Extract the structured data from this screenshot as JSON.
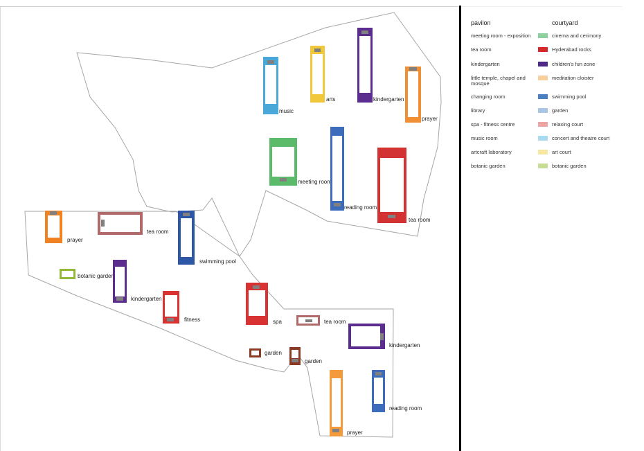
{
  "rooms": [
    {
      "label": "music",
      "color": "#4aa8d8"
    },
    {
      "label": "arts",
      "color": "#f1c83c"
    },
    {
      "label": "kindergarten",
      "color": "#5b2d8e"
    },
    {
      "label": "prayer",
      "color": "#f08f34"
    },
    {
      "label": "meeting room",
      "color": "#5cbb6a"
    },
    {
      "label": "reading room",
      "color": "#3e6cbd"
    },
    {
      "label": "tea room",
      "color": "#d23232"
    },
    {
      "label": "prayer",
      "color": "#f08224"
    },
    {
      "label": "tea room",
      "color": "#b06a6a"
    },
    {
      "label": "swimming pool",
      "color": "#2e56a6"
    },
    {
      "label": "botanic garden",
      "color": "#93b83a"
    },
    {
      "label": "kindergarten",
      "color": "#5b2d8e"
    },
    {
      "label": "fitness",
      "color": "#d83232"
    },
    {
      "label": "spa",
      "color": "#d83232"
    },
    {
      "label": "tea room",
      "color": "#b06a6a"
    },
    {
      "label": "kindergarten",
      "color": "#5b2d8e"
    },
    {
      "label": "garden",
      "color": "#8b3a24"
    },
    {
      "label": "garden",
      "color": "#8b3a24"
    },
    {
      "label": "prayer",
      "color": "#f39a3c"
    },
    {
      "label": "reading room",
      "color": "#3e6cbd"
    }
  ],
  "legend": {
    "pavilon_heading": "pavilon",
    "courtyard_heading": "courtyard",
    "pavilons": [
      "meeting room - exposition",
      "tea room",
      "kindergarten",
      "little temple, chapel and mosque",
      "changing room",
      "library",
      "spa - fitness centre",
      "music room",
      "artcraft laboratory",
      "botanic garden"
    ],
    "courtyards": [
      {
        "label": "cinema and cerimony",
        "color": "#8fd0a0"
      },
      {
        "label": "Hyderabad rocks",
        "color": "#d42a2a"
      },
      {
        "label": "children's fun zone",
        "color": "#4d2a8a"
      },
      {
        "label": "meditation cloister",
        "color": "#f7cfa0"
      },
      {
        "label": "swimming pool",
        "color": "#4b7fc4"
      },
      {
        "label": "garden",
        "color": "#a8c6e4"
      },
      {
        "label": "relaxing court",
        "color": "#eda4a4"
      },
      {
        "label": "concert and theatre court",
        "color": "#a8daf0"
      },
      {
        "label": "art court",
        "color": "#f5e6a0"
      },
      {
        "label": "botanic garden",
        "color": "#c8dc9a"
      }
    ]
  }
}
